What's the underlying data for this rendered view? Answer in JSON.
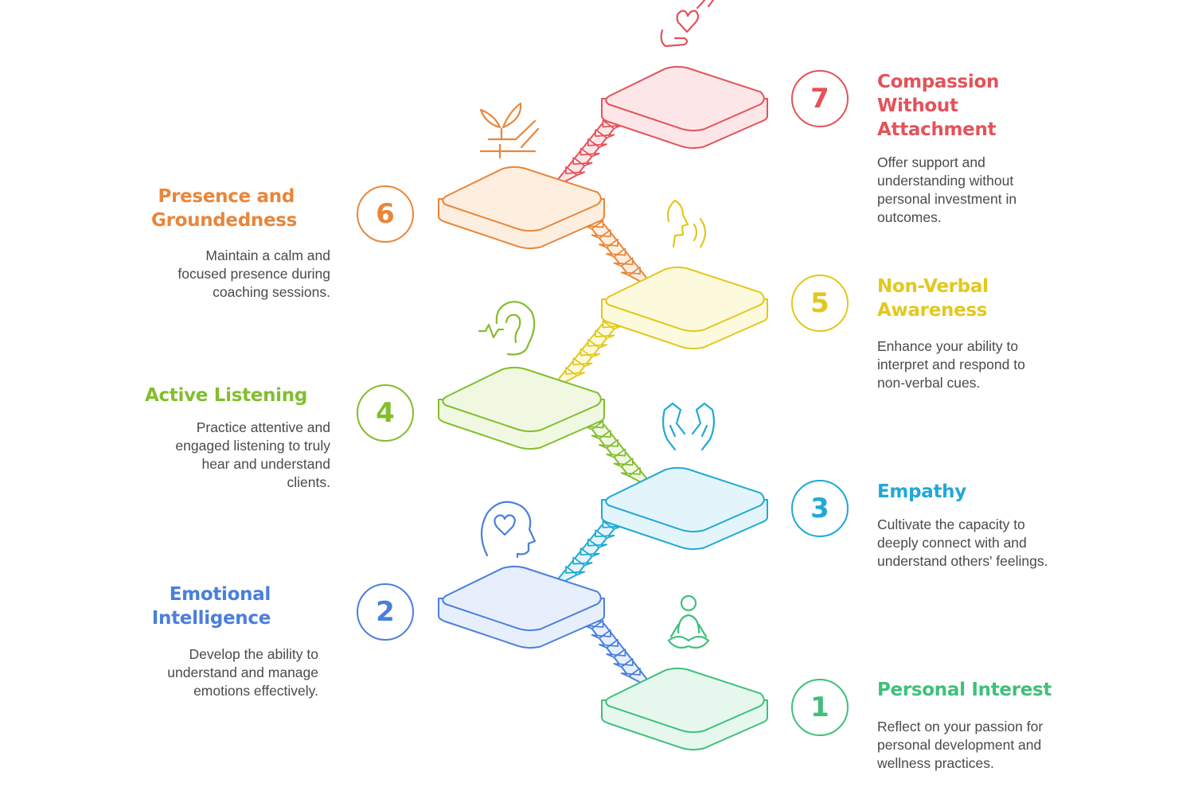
{
  "steps": [
    {
      "number": "1",
      "title": "Personal Interest",
      "description": "Reflect on your passion for personal development and wellness practices.",
      "color": "#3fc07a",
      "fill": "#e6f8ee",
      "icon": "meditation-person-icon"
    },
    {
      "number": "2",
      "title": "Emotional Intelligence",
      "description": "Develop the ability to understand and manage emotions effectively.",
      "color": "#4a7fdc",
      "fill": "#e7effc",
      "icon": "head-heart-icon"
    },
    {
      "number": "3",
      "title": "Empathy",
      "description": "Cultivate the capacity to deeply connect with and understand others' feelings.",
      "color": "#1fa9d6",
      "fill": "#e3f5fb",
      "icon": "holding-hands-icon"
    },
    {
      "number": "4",
      "title": "Active Listening",
      "description": "Practice attentive and engaged listening to truly hear and understand clients.",
      "color": "#82be2d",
      "fill": "#f0f8e2",
      "icon": "ear-sound-icon"
    },
    {
      "number": "5",
      "title": "Non-Verbal Awareness",
      "description": "Enhance your ability to interpret and respond to non-verbal cues.",
      "color": "#e2c81c",
      "fill": "#fdf9dc",
      "icon": "face-soundwave-icon"
    },
    {
      "number": "6",
      "title": "Presence and Groundedness",
      "description": "Maintain a calm and focused presence during coaching sessions.",
      "color": "#e8863a",
      "fill": "#fdeee0",
      "icon": "sprout-hand-icon"
    },
    {
      "number": "7",
      "title": "Compassion Without Attachment",
      "description": "Offer support and understanding without personal investment in outcomes.",
      "color": "#e4525a",
      "fill": "#fde6e8",
      "icon": "hand-heart-icon"
    }
  ]
}
